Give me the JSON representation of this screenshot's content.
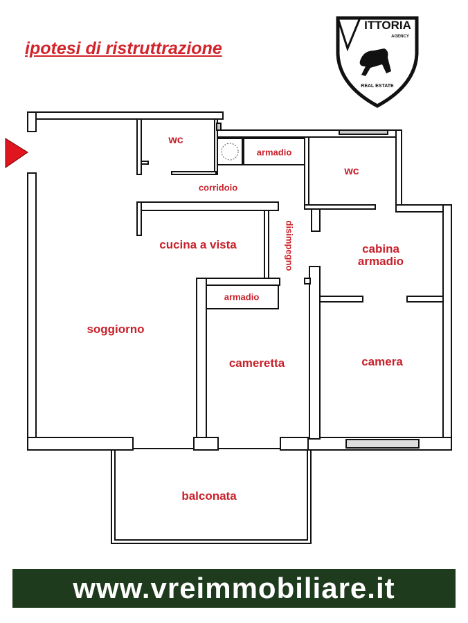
{
  "title": "ipotesi di ristruttrazione",
  "logo": {
    "name": "VITTORIA",
    "sub": "AGENCY",
    "tagline": "REAL ESTATE"
  },
  "rooms": {
    "wc1": "wc",
    "armadio1": "armadio",
    "wc2": "wc",
    "corridoio": "corridoio",
    "disimpegno": "disimpegno",
    "cucina": "cucina a vista",
    "cabina_line1": "cabina",
    "cabina_line2": "armadio",
    "armadio2": "armadio",
    "soggiorno": "soggiorno",
    "cameretta": "cameretta",
    "camera": "camera",
    "balconata": "balconata"
  },
  "footer": {
    "website": "www.vreimmobiliare.it"
  },
  "colors": {
    "label": "#c8202a",
    "footer_bg": "#1f3b1d",
    "entrance_arrow": "#e0161e"
  }
}
